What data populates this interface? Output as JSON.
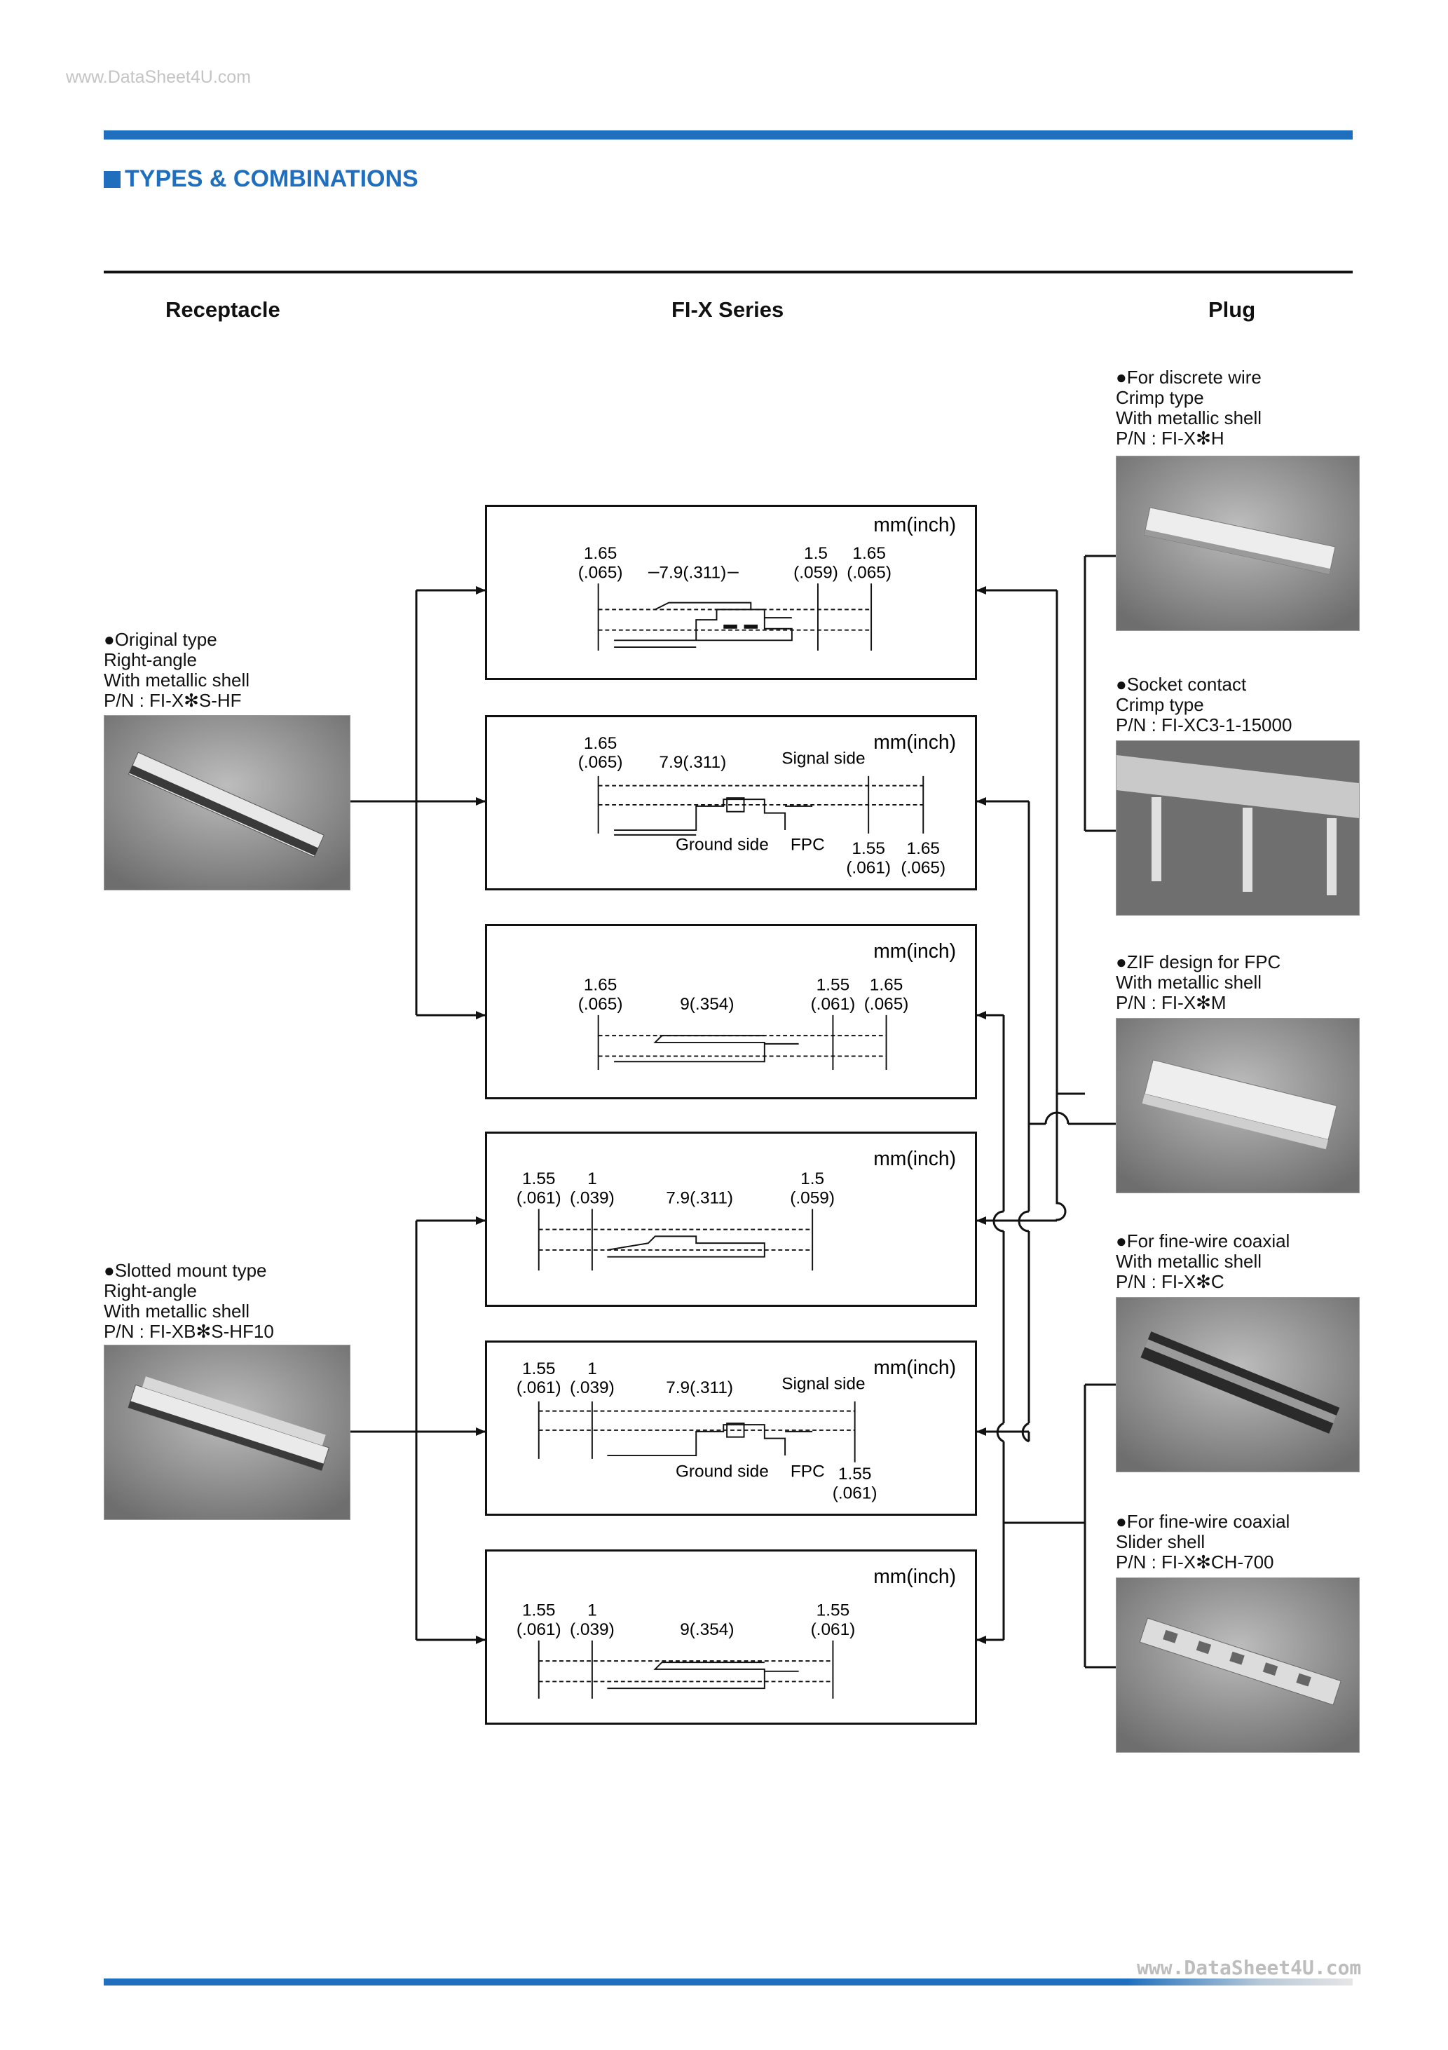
{
  "watermark": {
    "top": "www.DataSheet4U.com",
    "bottom": "www.DataSheet4U.com"
  },
  "section": {
    "title": "TYPES & COMBINATIONS"
  },
  "columns": {
    "receptacle": "Receptacle",
    "series": "FI-X Series",
    "plug": "Plug"
  },
  "receptacles": [
    {
      "lines": [
        "●Original type",
        "Right-angle",
        "With metallic shell",
        "P/N : FI-X✻S-HF"
      ]
    },
    {
      "lines": [
        "●Slotted mount type",
        "Right-angle",
        "With metallic shell",
        "P/N : FI-XB✻S-HF10"
      ]
    }
  ],
  "plugs": [
    {
      "lines": [
        "●For discrete wire",
        "Crimp type",
        "With metallic shell",
        "P/N : FI-X✻H"
      ]
    },
    {
      "lines": [
        "●Socket contact",
        "Crimp type",
        "P/N : FI-XC3-1-15000"
      ]
    },
    {
      "lines": [
        "●ZIF design for FPC",
        "With metallic shell",
        "P/N : FI-X✻M"
      ]
    },
    {
      "lines": [
        "●For fine-wire coaxial",
        "With metallic shell",
        "P/N : FI-X✻C"
      ]
    },
    {
      "lines": [
        "●For fine-wire coaxial",
        "Slider shell",
        "P/N : FI-X✻CH-700"
      ]
    }
  ],
  "panels": [
    {
      "unit": "mm(inch)",
      "d1": "1.65",
      "d1i": "(.065)",
      "mid": "7.9(.311)",
      "r1": "1.5",
      "r1i": "(.059)",
      "r2": "1.65",
      "r2i": "(.065)"
    },
    {
      "unit": "mm(inch)",
      "d1": "1.65",
      "d1i": "(.065)",
      "mid": "7.9(.311)",
      "signal": "Signal side",
      "ground": "Ground side",
      "fpc": "FPC",
      "r1": "1.55",
      "r1i": "(.061)",
      "r2": "1.65",
      "r2i": "(.065)"
    },
    {
      "unit": "mm(inch)",
      "d1": "1.65",
      "d1i": "(.065)",
      "mid": "9(.354)",
      "r1": "1.55",
      "r1i": "(.061)",
      "r2": "1.65",
      "r2i": "(.065)"
    },
    {
      "unit": "mm(inch)",
      "d1": "1.55",
      "d1i": "(.061)",
      "d2": "1",
      "d2i": "(.039)",
      "mid": "7.9(.311)",
      "r1": "1.5",
      "r1i": "(.059)"
    },
    {
      "unit": "mm(inch)",
      "d1": "1.55",
      "d1i": "(.061)",
      "d2": "1",
      "d2i": "(.039)",
      "mid": "7.9(.311)",
      "signal": "Signal side",
      "ground": "Ground side",
      "fpc": "FPC",
      "r1": "1.55",
      "r1i": "(.061)"
    },
    {
      "unit": "mm(inch)",
      "d1": "1.55",
      "d1i": "(.061)",
      "d2": "1",
      "d2i": "(.039)",
      "mid": "9(.354)",
      "r1": "1.55",
      "r1i": "(.061)"
    }
  ]
}
